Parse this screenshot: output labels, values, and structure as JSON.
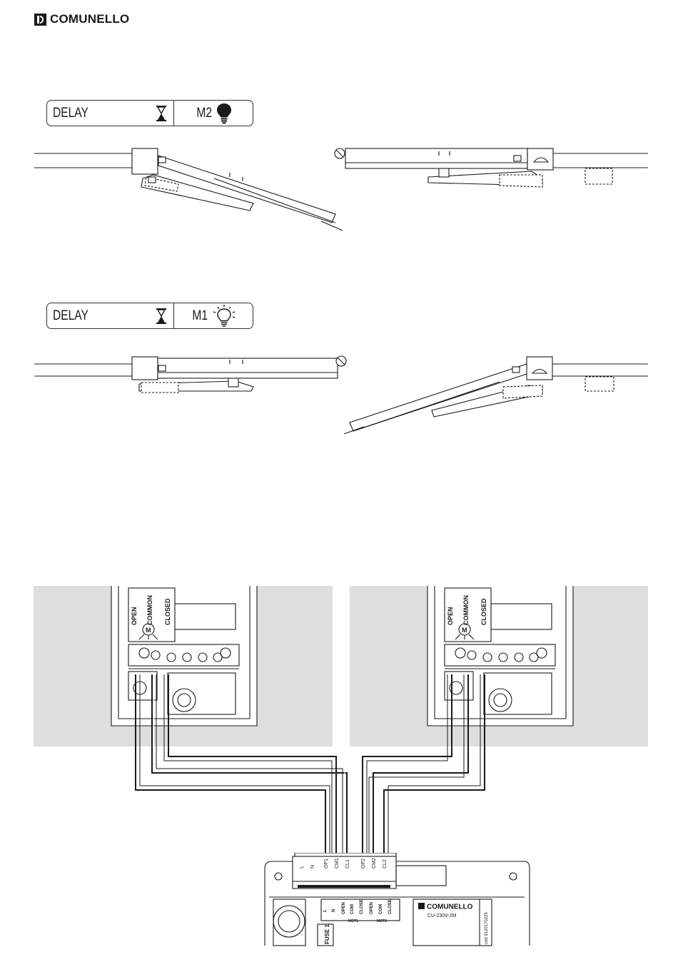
{
  "header": {
    "brand": "COMUNELLO"
  },
  "panels": [
    {
      "left_label": "DELAY",
      "left_icon": "hourglass-icon",
      "motor": "M2",
      "motor_icon": "bulb-filled-icon"
    },
    {
      "left_label": "DELAY",
      "left_icon": "hourglass-icon",
      "motor": "M1",
      "motor_icon": "bulb-light-icon"
    }
  ],
  "motor_terminals": {
    "open": "OPEN",
    "common": "COMMON",
    "closed": "CLOSED"
  },
  "controller": {
    "brand": "COMUNELLO",
    "model": "CU-230V-2M",
    "serial_prefix": "cod 9120170225",
    "fuse": "FUSE 1",
    "terminals": [
      "L",
      "N",
      "OP1",
      "CM1",
      "CL1",
      "OP2",
      "CM2",
      "CL2"
    ],
    "sub_labels": [
      "L",
      "N",
      "OPEN",
      "COM",
      "CLOSE",
      "OPEN",
      "COM",
      "CLOSE"
    ],
    "mot1": "MOT1",
    "mot2": "MOT2"
  },
  "colors": {
    "line": "#1a1a1a",
    "panel_bg": "#dedede"
  }
}
